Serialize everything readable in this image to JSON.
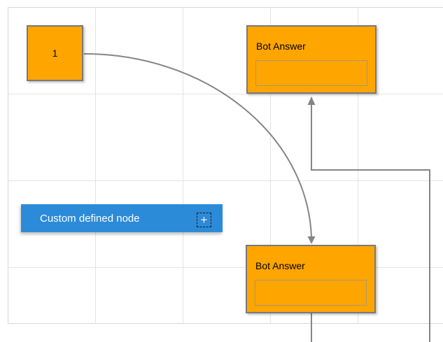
{
  "diagram": {
    "nodes": {
      "start": {
        "label": "1"
      },
      "bot_answer_top": {
        "title": "Bot Answer",
        "answer_value": "",
        "answer_placeholder": ""
      },
      "bot_answer_bottom": {
        "title": "Bot Answer",
        "answer_value": "",
        "answer_placeholder": ""
      },
      "custom": {
        "label": "Custom defined node",
        "icon": "plus-icon",
        "icon_glyph": "+"
      }
    },
    "connectors": [
      {
        "name": "curve-connector",
        "from": "start",
        "to": "bot_answer_bottom",
        "style": "bezier-arc",
        "arrow": "target"
      },
      {
        "name": "ortho-connector",
        "from": "bot_answer_bottom",
        "to": "bot_answer_top",
        "style": "orthogonal",
        "arrow": "target"
      }
    ],
    "colors": {
      "node_fill": "#FFA500",
      "node_border": "#7a7a7a",
      "inner_border": "#a89676",
      "custom_fill": "#2C8BD8",
      "custom_text": "#FFFFFF",
      "connector": "#858585",
      "grid_line": "#e4e4e4",
      "page_border": "#d6d6d6",
      "label_color": "#000000"
    }
  }
}
